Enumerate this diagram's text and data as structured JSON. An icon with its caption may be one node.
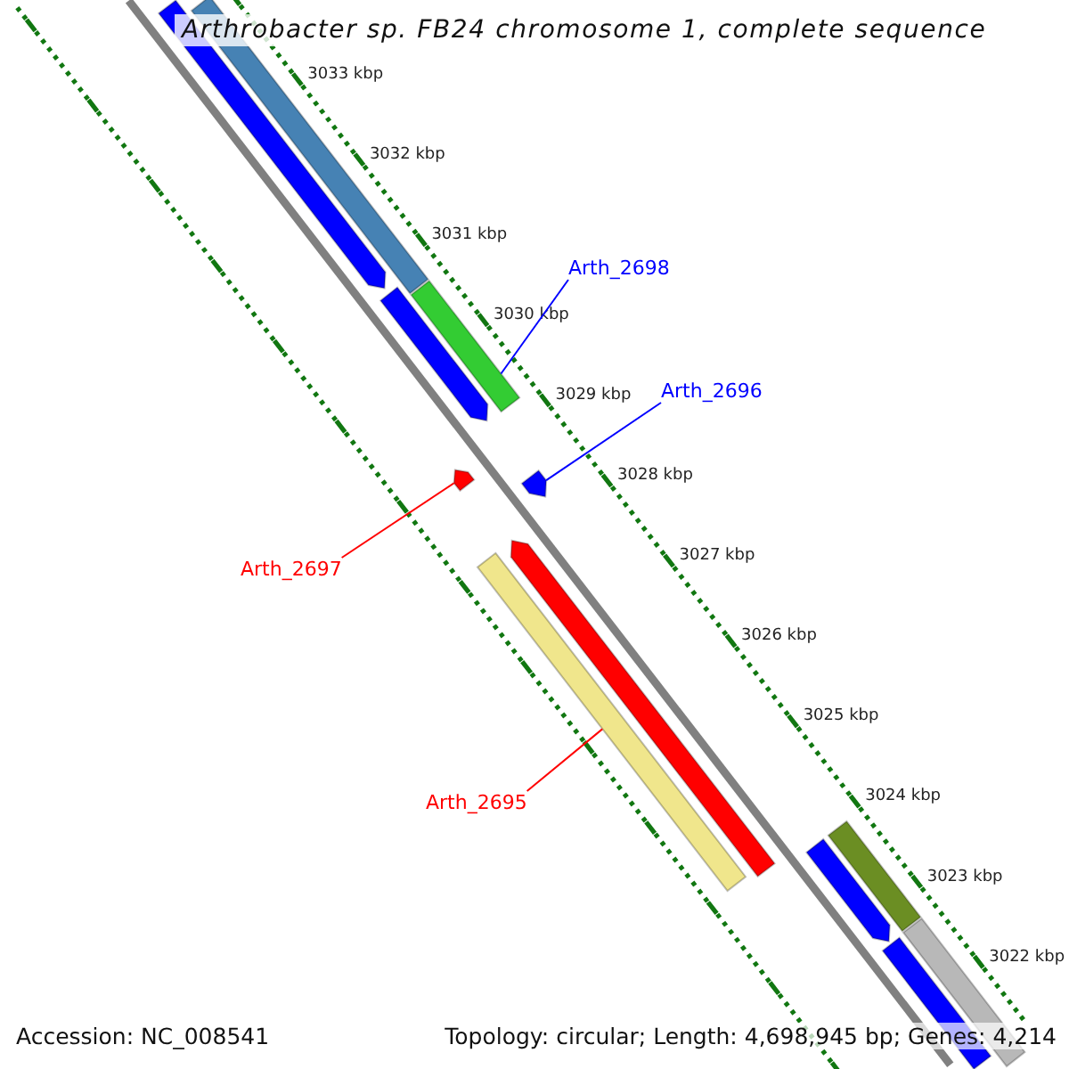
{
  "diagram": {
    "title": "Arthrobacter sp. FB24 chromosome 1, complete sequence",
    "nodes": [
      {
        "text": [],
        "shape": "bar"
      },
      {
        "text": [],
        "shape": "bar"
      },
      {
        "text": [
          "Arth_2698"
        ]
      },
      {
        "text": [],
        "shape": "bar"
      },
      {
        "text": [],
        "shape": "bar"
      },
      {
        "text": [
          "Arth_2696"
        ]
      },
      {
        "text": [],
        "shape": "bar"
      },
      {
        "text": [],
        "shape": "bar"
      },
      {
        "text": [
          "Arth_2697"
        ]
      },
      {
        "text": [],
        "shape": "bar"
      },
      {
        "text": [],
        "shape": "bar"
      },
      {
        "text": [
          "Arth_2695"
        ]
      },
      {
        "text": [],
        "shape": "bar"
      },
      {
        "text": [],
        "shape": "bar"
      },
      {
        "text": [],
        "shape": "bar"
      },
      {
        "text": [],
        "shape": "bar"
      }
    ],
    "edges": [
      {
        "from": 2,
        "to": 3,
        "arrow": "none",
        "color": "#0000ff"
      },
      {
        "from": 5,
        "to": 7,
        "arrow": "none",
        "color": "#0000ff"
      },
      {
        "from": 8,
        "to": 6,
        "arrow": "none",
        "color": "#ff0000"
      },
      {
        "from": 11,
        "to": 10,
        "arrow": "none",
        "color": "#ff0000"
      }
    ],
    "labels": [
      "3033 kbp",
      "3032 kbp",
      "3031 kbp",
      "3030 kbp",
      "3029 kbp",
      "3028 kbp",
      "3027 kbp",
      "3026 kbp",
      "3025 kbp",
      "3024 kbp",
      "3023 kbp",
      "3022 kbp",
      "Accession: NC_008541",
      "Topology: circular; Length: 4,698,945 bp; Genes: 4,214"
    ]
  }
}
